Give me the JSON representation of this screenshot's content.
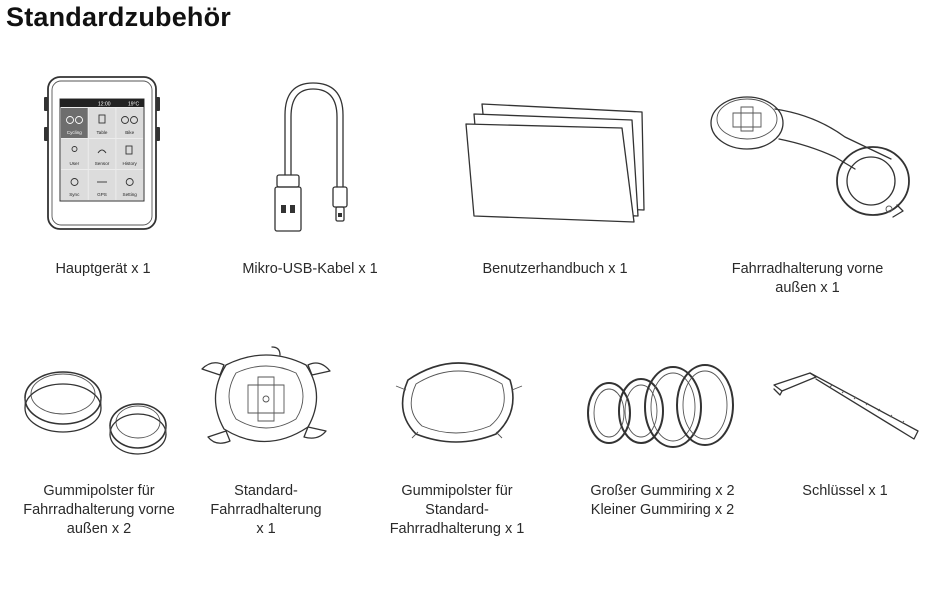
{
  "title": "Standardzubehör",
  "device_screen": {
    "status_time": "12:00",
    "status_temp": "19°C",
    "tiles": [
      "Cycling",
      "Table",
      "Bike",
      "User",
      "Sensor",
      "History",
      "Sync",
      "GPS",
      "Setting"
    ]
  },
  "items": [
    {
      "caption": "Hauptgerät x 1",
      "icon": "bike-computer-icon"
    },
    {
      "caption": "Mikro-USB-Kabel x 1",
      "icon": "usb-cable-icon"
    },
    {
      "caption": "Benutzerhandbuch x 1",
      "icon": "manual-icon"
    },
    {
      "caption": "Fahrradhalterung vorne\naußen x 1",
      "icon": "out-front-mount-icon"
    },
    {
      "caption": "Gummipolster für\nFahrradhalterung vorne\naußen x 2",
      "icon": "rubber-pads-icon"
    },
    {
      "caption": "Standard-\nFahrradhalterung\nx 1",
      "icon": "standard-mount-icon"
    },
    {
      "caption": "Gummipolster für\nStandard-\nFahrradhalterung  x 1",
      "icon": "standard-mount-pad-icon"
    },
    {
      "caption": "Großer Gummiring x 2\nKleiner Gummiring x 2",
      "icon": "rubber-rings-icon"
    },
    {
      "caption": "Schlüssel x 1",
      "icon": "hex-key-icon"
    }
  ]
}
